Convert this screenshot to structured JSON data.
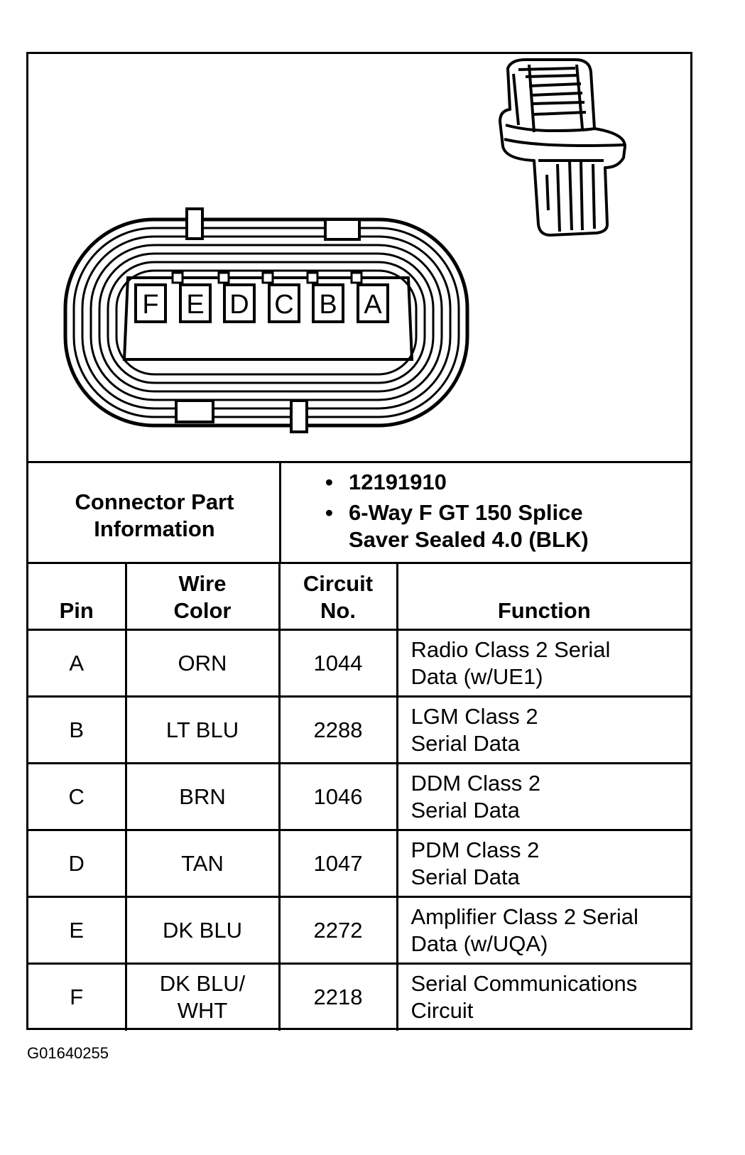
{
  "connector": {
    "pin_order": [
      "F",
      "E",
      "D",
      "C",
      "B",
      "A"
    ]
  },
  "part_info": {
    "label_line1": "Connector Part",
    "label_line2": "Information",
    "bullet1": "12191910",
    "bullet2_line1": "6-Way F GT 150 Splice",
    "bullet2_line2": "Saver Sealed 4.0 (BLK)",
    "bullet_char": "•"
  },
  "table": {
    "headers": {
      "pin": "Pin",
      "wire_line1": "Wire",
      "wire_line2": "Color",
      "circuit_line1": "Circuit",
      "circuit_line2": "No.",
      "function": "Function"
    },
    "rows": [
      {
        "pin": "A",
        "wire_line1": "ORN",
        "wire_line2": "",
        "circuit": "1044",
        "fn_line1": "Radio Class 2 Serial",
        "fn_line2": "Data (w/UE1)"
      },
      {
        "pin": "B",
        "wire_line1": "LT BLU",
        "wire_line2": "",
        "circuit": "2288",
        "fn_line1": "LGM Class 2",
        "fn_line2": "Serial Data"
      },
      {
        "pin": "C",
        "wire_line1": "BRN",
        "wire_line2": "",
        "circuit": "1046",
        "fn_line1": "DDM Class 2",
        "fn_line2": "Serial Data"
      },
      {
        "pin": "D",
        "wire_line1": "TAN",
        "wire_line2": "",
        "circuit": "1047",
        "fn_line1": "PDM Class 2",
        "fn_line2": "Serial Data"
      },
      {
        "pin": "E",
        "wire_line1": "DK BLU",
        "wire_line2": "",
        "circuit": "2272",
        "fn_line1": "Amplifier Class 2 Serial",
        "fn_line2": "Data (w/UQA)"
      },
      {
        "pin": "F",
        "wire_line1": "DK BLU/",
        "wire_line2": "WHT",
        "circuit": "2218",
        "fn_line1": "Serial Communications",
        "fn_line2": "Circuit"
      }
    ]
  },
  "figure_id": "G01640255"
}
